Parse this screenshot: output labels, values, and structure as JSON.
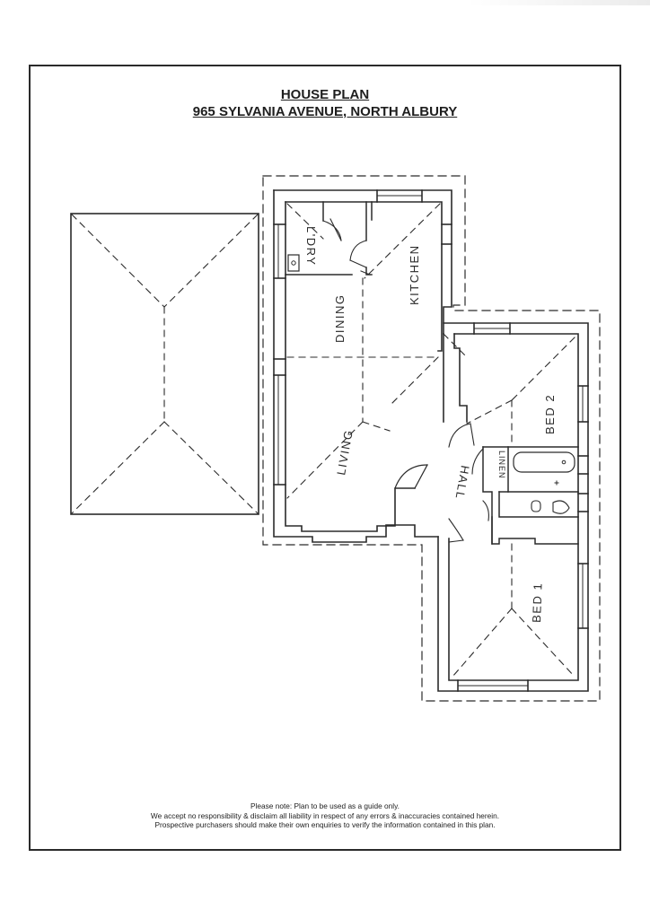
{
  "title": {
    "line1": "HOUSE PLAN",
    "line2": "965 SYLVANIA AVENUE,  NORTH ALBURY"
  },
  "rooms": {
    "laundry": "L'DRY",
    "kitchen": "KITCHEN",
    "dining": "DINING",
    "living": "LIVING",
    "hall": "HALL",
    "linen": "LINEN",
    "bed1": "BED 1",
    "bed2": "BED 2"
  },
  "notes": {
    "line1": "Please note:  Plan to be used as a guide only.",
    "line2": "We accept no responsibility & disclaim all liability in respect of any errors & inaccuracies contained herein.",
    "line3": "Prospective purchasers should make their own enquiries to verify the information contained in this plan."
  },
  "colors": {
    "ink": "#2b2b2b",
    "paper": "#ffffff"
  }
}
